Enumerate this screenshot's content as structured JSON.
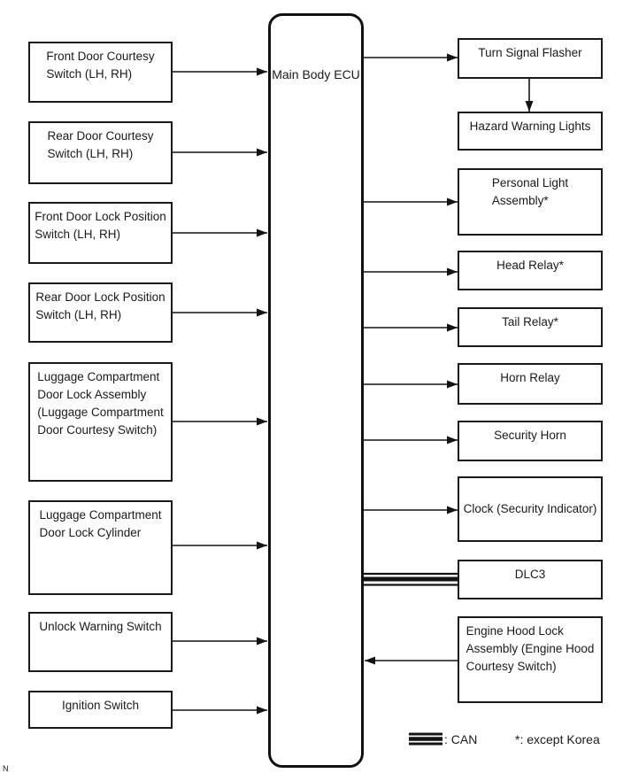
{
  "diagram": {
    "title_hint": "Main Body ECU system block diagram",
    "colors": {
      "ink": "#1a1a1a",
      "background": "#ffffff"
    },
    "ecu": {
      "label": "Main Body ECU"
    },
    "left_boxes": [
      {
        "label": "Front Door Courtesy\nSwitch (LH, RH)"
      },
      {
        "label": "Rear Door Courtesy\nSwitch (LH, RH)"
      },
      {
        "label": "Front Door Lock Position\nSwitch (LH, RH)"
      },
      {
        "label": "Rear Door Lock Position\nSwitch (LH, RH)"
      },
      {
        "label": "Luggage Compartment\nDoor Lock Assembly\n(Luggage Compartment\nDoor Courtesy Switch)"
      },
      {
        "label": "Luggage Compartment\nDoor Lock Cylinder"
      },
      {
        "label": "Unlock Warning Switch"
      },
      {
        "label": "Ignition Switch"
      }
    ],
    "right_boxes": [
      {
        "label": "Turn Signal Flasher"
      },
      {
        "label": "Hazard Warning Lights"
      },
      {
        "label": "Personal Light\nAssembly*"
      },
      {
        "label": "Head Relay*"
      },
      {
        "label": "Tail Relay*"
      },
      {
        "label": "Horn Relay"
      },
      {
        "label": "Security Horn"
      },
      {
        "label": "Clock (Security Indicator)"
      },
      {
        "label": "DLC3"
      },
      {
        "label": "Engine Hood Lock\nAssembly (Engine Hood\nCourtesy Switch)"
      }
    ],
    "legend": {
      "can_label": ": CAN",
      "korea_note": "*: except Korea"
    },
    "footer_note": "N"
  }
}
